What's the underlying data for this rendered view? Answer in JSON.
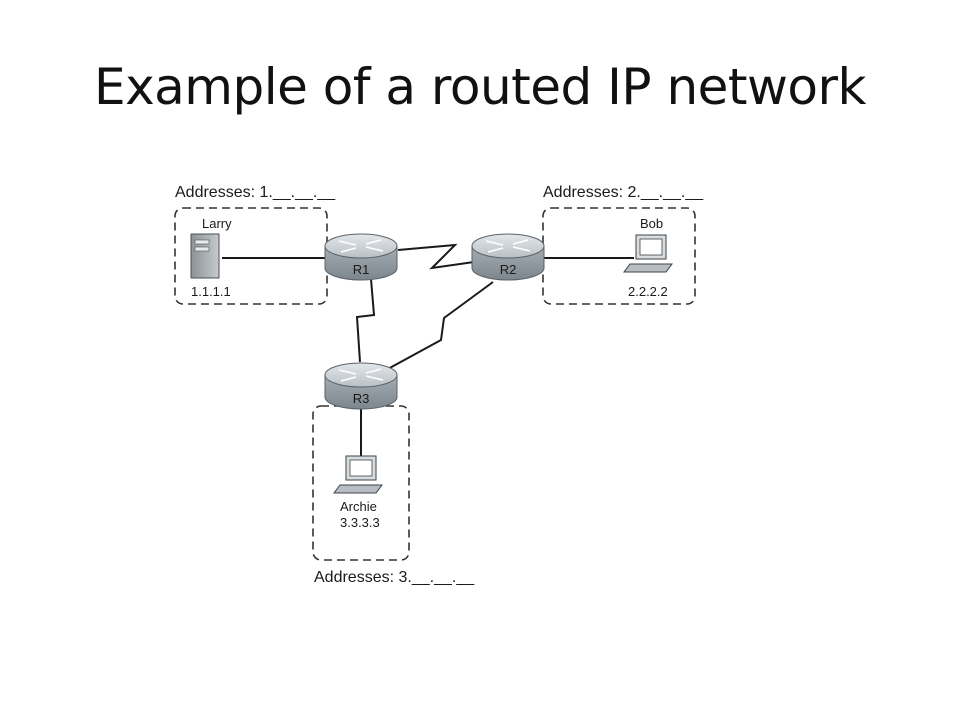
{
  "slide": {
    "title": "Example of a routed IP network"
  },
  "groups": {
    "left": {
      "address_label": "Addresses: 1.__.__.__"
    },
    "right": {
      "address_label": "Addresses: 2.__.__.__"
    },
    "bottom": {
      "address_label": "Addresses: 3.__.__.__"
    }
  },
  "routers": {
    "r1": "R1",
    "r2": "R2",
    "r3": "R3"
  },
  "hosts": {
    "larry": {
      "name": "Larry",
      "ip": "1.1.1.1"
    },
    "bob": {
      "name": "Bob",
      "ip": "2.2.2.2"
    },
    "archie": {
      "name": "Archie",
      "ip": "3.3.3.3"
    }
  },
  "colors": {
    "line": "#1a1a1a",
    "router": "#9aa3aa",
    "box_dash": "#333333"
  }
}
